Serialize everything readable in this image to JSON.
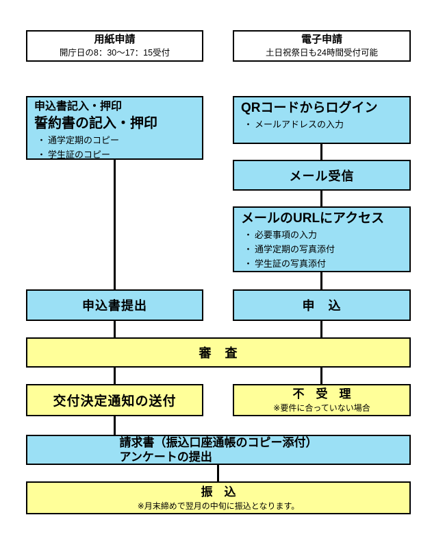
{
  "colors": {
    "blue": "#9be0f5",
    "yellow": "#ffff99",
    "line": "#000000",
    "background": "#ffffff"
  },
  "headers": {
    "paper": {
      "title": "用紙申請",
      "subtitle": "開庁日の8：30～17：15受付"
    },
    "electronic": {
      "title": "電子申請",
      "subtitle": "土日祝祭日も24時間受付可能"
    }
  },
  "paper_flow": {
    "fill_box": {
      "line1": "申込書記入・押印",
      "line2": "誓約書の記入・押印",
      "bullets": [
        "通学定期のコピー",
        "学生証のコピー"
      ]
    },
    "submit_box": {
      "label": "申込書提出"
    },
    "notice_box": {
      "label": "交付決定通知の送付"
    }
  },
  "electronic_flow": {
    "login_box": {
      "title": "QRコードからログイン",
      "bullets": [
        "メールアドレスの入力"
      ]
    },
    "mail_box": {
      "label": "メール受信"
    },
    "url_box": {
      "title": "メールのURLにアクセス",
      "bullets": [
        "必要事項の入力",
        "通学定期の写真添付",
        "学生証の写真添付"
      ]
    },
    "apply_box": {
      "label": "申　込"
    },
    "reject_box": {
      "label": "不　受　理",
      "note": "※要件に合っていない場合"
    }
  },
  "shared_flow": {
    "review_box": {
      "label": "審　査"
    },
    "invoice_box": {
      "line1": "請求書（振込口座通帳のコピー添付）",
      "line2": "アンケートの提出"
    },
    "transfer_box": {
      "label": "振　込",
      "note": "※月末締めで翌月の中旬に振込となります。"
    }
  }
}
